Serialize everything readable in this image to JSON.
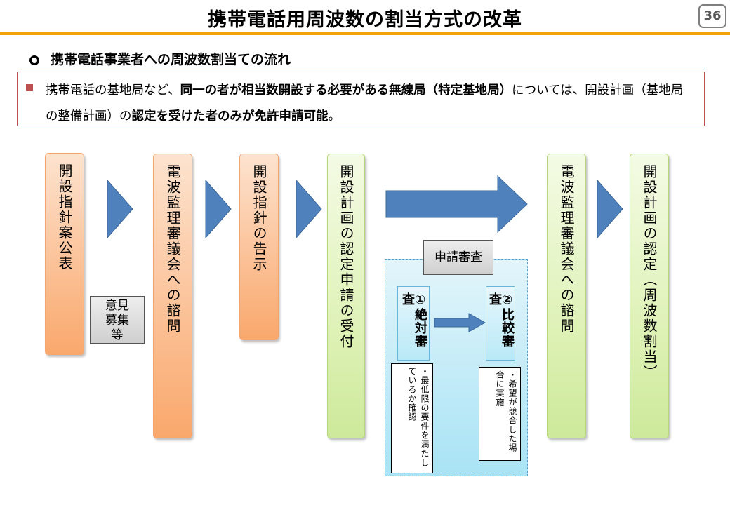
{
  "title": "携帯電話用周波数の割当方式の改革",
  "page_number": "36",
  "section_heading": "携帯電話事業者への周波数割当ての流れ",
  "note": {
    "part1": "携帯電話の基地局など、",
    "part2_underlined": "同一の者が相当数開設する必要がある無線局（特定基地局）",
    "part3": "については、開設計画（基地局の整備計画）の",
    "part4_bold": "認定を受けた者のみが免許申請可能",
    "part5": "。"
  },
  "flow": {
    "step1": "開設指針案公表",
    "public_comment": "意見募集等",
    "step2": "電波監理審議会への諮問",
    "step3": "開設指針の告示",
    "step4": "開設計画の認定申請の受付",
    "review_label": "申請審査",
    "review1": "①絶対審査",
    "review1_note": "・最低限の要件を満たしているか確認",
    "review2": "②比較審査",
    "review2_note": "・希望が競合した場合に実施",
    "step5": "電波監理審議会への諮問",
    "step6": "開設計画の認定（周波数割当）"
  },
  "colors": {
    "accent_rule": "#f0a30a",
    "note_border": "#c0504d",
    "arrow_blue": "#4f81bd",
    "orange_box": "#fbbf93",
    "green_box": "#dff2b8",
    "review_bg": "#a8e3f5"
  }
}
